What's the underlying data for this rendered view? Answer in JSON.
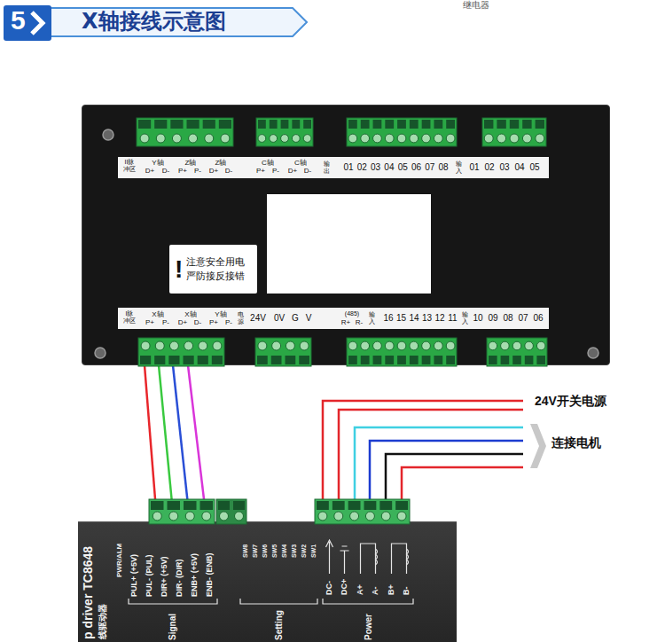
{
  "diagram": {
    "title": "X轴接线示意图",
    "nodes": [
      {
        "text": [
          "II脉冲区",
          "Y轴",
          "D+",
          "D-",
          "Z轴",
          "P+",
          "P-",
          "Z轴",
          "D+",
          "D-",
          "C轴",
          "P+",
          "P-",
          "C轴",
          "D+",
          "D-",
          "输出",
          "01",
          "02",
          "03",
          "04",
          "05",
          "06",
          "07",
          "08",
          "输入",
          "01",
          "02",
          "03",
          "04",
          "05",
          "I脉冲区",
          "X轴",
          "P+",
          "P-",
          "X轴",
          "D+",
          "D-",
          "Y轴",
          "P+",
          "P-",
          "电源",
          "24V",
          "0V",
          "G",
          "V",
          "(485)",
          "R+",
          "R-",
          "输入",
          "16",
          "15",
          "14",
          "13",
          "12",
          "11",
          "输入",
          "10",
          "09",
          "08",
          "07",
          "06"
        ]
      },
      {
        "text": [
          "!",
          "注意安全用电 严防接反接错"
        ],
        "in": 0
      },
      {
        "text": [
          "p driver TC8648",
          "线驱动器",
          "PWR/ALM",
          "PUL+ (+5V)",
          "PUL- (PUL)",
          "DIR+ (+5V)",
          "DIR- (DIR)",
          "ENB+ (+5V)",
          "ENB- (ENB)",
          "SW8",
          "SW7",
          "SW6",
          "SW5",
          "SW4",
          "SW3",
          "SW2",
          "SW1",
          "DC-",
          "DC+",
          "A+",
          "A-",
          "B+",
          "B-",
          "Signal",
          "Setting",
          "Power"
        ]
      }
    ],
    "edges": [
      {
        "from": 0,
        "to": 2,
        "arrow": "none"
      },
      {
        "from": 0,
        "to": 2,
        "arrow": "none"
      },
      {
        "from": 0,
        "to": 2,
        "arrow": "none"
      },
      {
        "from": 0,
        "to": 2,
        "arrow": "none"
      }
    ],
    "labels": [
      "继电器",
      "5",
      "24V开关电源",
      "连接电机"
    ]
  }
}
